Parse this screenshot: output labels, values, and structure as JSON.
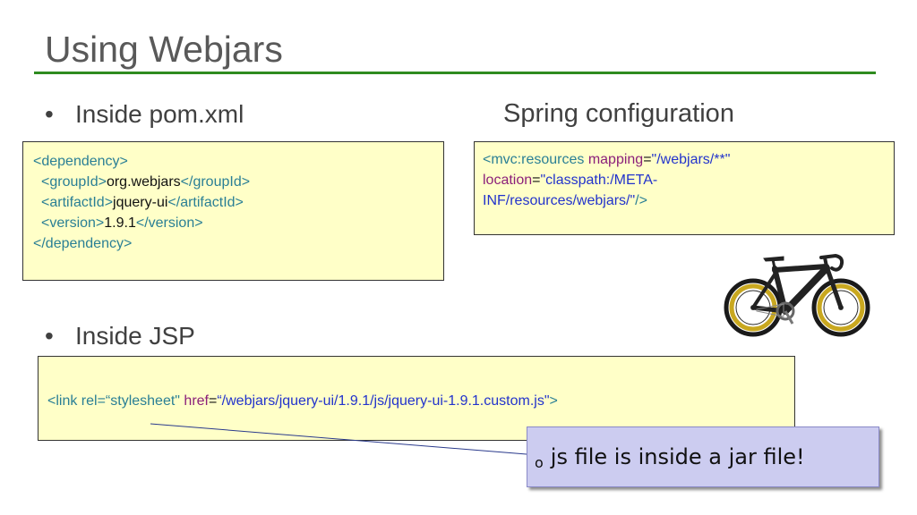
{
  "slide": {
    "title": "Using Webjars",
    "accent_color": "#2e8b1f"
  },
  "pom_section": {
    "bullet": "•",
    "label": "Inside pom.xml",
    "lines": [
      {
        "open": "<dependency>"
      },
      {
        "open": "<groupId>",
        "text": "org.webjars",
        "close": "</groupId>"
      },
      {
        "open": "<artifactId>",
        "text": "jquery-ui",
        "close": "</artifactId>"
      },
      {
        "open": "<version>",
        "text": "1.9.1",
        "close": "</version>"
      },
      {
        "open": "</dependency>"
      }
    ]
  },
  "spring_section": {
    "label": "Spring configuration",
    "tag_open": "<mvc:resources ",
    "attr1_name": "mapping",
    "eq": "=",
    "attr1_value": "\"/webjars/**\"",
    "attr2_name": "location",
    "attr2_value_part1": "\"classpath:/META-",
    "attr2_value_part2": "INF/resources/webjars/\"",
    "tag_close": "/>"
  },
  "jsp_section": {
    "bullet": "•",
    "label": "Inside JSP",
    "code_tag": "<link rel=“stylesheet\" ",
    "attr_name": "href",
    "eq": "=",
    "attr_value": "“/webjars/jquery-ui/1.9.1/js/jquery-ui-1.9.1.custom.js\"",
    "tag_close": ">"
  },
  "callout": {
    "mark": "o",
    "text": "js file is inside a jar file!",
    "fill_color": "#ccccf0"
  },
  "image": {
    "icon": "road-bicycle-icon"
  }
}
